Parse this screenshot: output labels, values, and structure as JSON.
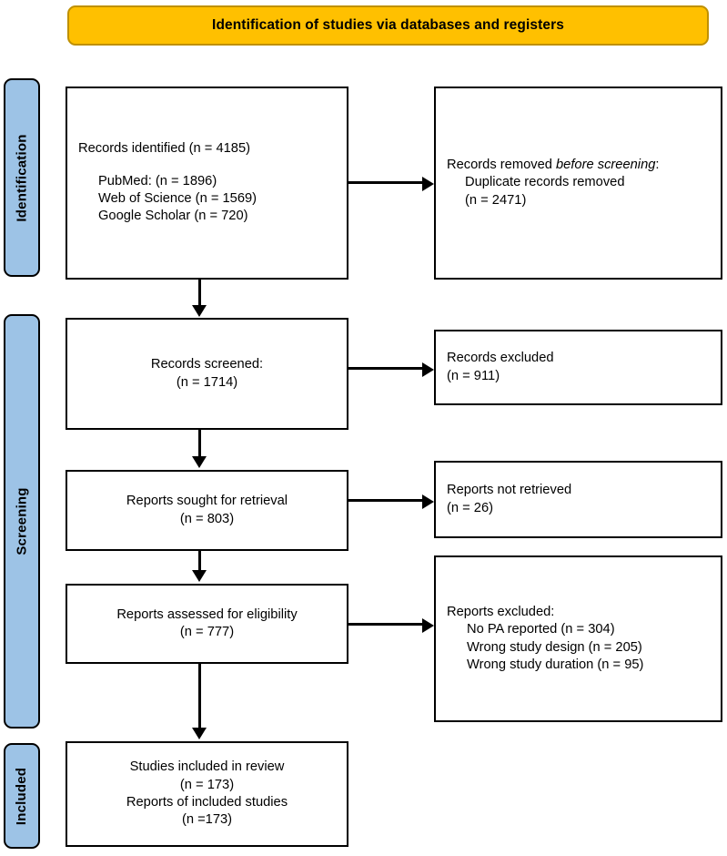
{
  "header": {
    "title": "Identification of studies via databases and registers",
    "background_color": "#FFC000",
    "border_color": "#BF9000"
  },
  "stages": {
    "color": "#9DC3E6",
    "items": [
      {
        "id": "identification",
        "label": "Identification"
      },
      {
        "id": "screening",
        "label": "Screening"
      },
      {
        "id": "included",
        "label": "Included"
      }
    ]
  },
  "boxes": {
    "identified": {
      "line1": "Records identified (n = 4185)",
      "line2": "PubMed: (n = 1896)",
      "line3": "Web of Science (n = 1569)",
      "line4": "Google Scholar (n = 720)"
    },
    "removed": {
      "line1_prefix": "Records removed ",
      "line1_italic": "before screening",
      "line1_suffix": ":",
      "line2": "Duplicate records removed",
      "line3": "(n = 2471)"
    },
    "screened": {
      "line1": "Records screened:",
      "line2": "(n = 1714)"
    },
    "excluded": {
      "line1": "Records excluded",
      "line2": "(n = 911)"
    },
    "sought": {
      "line1": "Reports sought for retrieval",
      "line2": "(n = 803)"
    },
    "not_retrieved": {
      "line1": "Reports not retrieved",
      "line2": "(n = 26)"
    },
    "assessed": {
      "line1": "Reports assessed for eligibility",
      "line2": "(n = 777)"
    },
    "reports_excluded": {
      "line1": "Reports excluded:",
      "line2": "No PA reported (n = 304)",
      "line3": "Wrong study design (n = 205)",
      "line4": "Wrong study duration (n = 95)"
    },
    "included": {
      "line1": "Studies included in review",
      "line2": "(n = 173)",
      "line3": "Reports of included studies",
      "line4": "(n =173)"
    }
  },
  "chart_data": {
    "type": "diagram",
    "title": "Identification of studies via databases and registers",
    "nodes": [
      {
        "id": "identified",
        "stage": "Identification",
        "label": "Records identified",
        "n": 4185,
        "sources": [
          {
            "name": "PubMed",
            "n": 1896
          },
          {
            "name": "Web of Science",
            "n": 1569
          },
          {
            "name": "Google Scholar",
            "n": 720
          }
        ]
      },
      {
        "id": "removed",
        "stage": "Identification",
        "label": "Records removed before screening: Duplicate records removed",
        "n": 2471
      },
      {
        "id": "screened",
        "stage": "Screening",
        "label": "Records screened",
        "n": 1714
      },
      {
        "id": "excluded",
        "stage": "Screening",
        "label": "Records excluded",
        "n": 911
      },
      {
        "id": "sought",
        "stage": "Screening",
        "label": "Reports sought for retrieval",
        "n": 803
      },
      {
        "id": "not_retrieved",
        "stage": "Screening",
        "label": "Reports not retrieved",
        "n": 26
      },
      {
        "id": "assessed",
        "stage": "Screening",
        "label": "Reports assessed for eligibility",
        "n": 777
      },
      {
        "id": "reports_excluded",
        "stage": "Screening",
        "label": "Reports excluded",
        "reasons": [
          {
            "reason": "No PA reported",
            "n": 304
          },
          {
            "reason": "Wrong study design",
            "n": 205
          },
          {
            "reason": "Wrong study duration",
            "n": 95
          }
        ]
      },
      {
        "id": "included",
        "stage": "Included",
        "label": "Studies included in review",
        "n": 173,
        "reports_of_included_studies": 173
      }
    ],
    "edges": [
      {
        "from": "identified",
        "to": "removed",
        "direction": "right"
      },
      {
        "from": "identified",
        "to": "screened",
        "direction": "down"
      },
      {
        "from": "screened",
        "to": "excluded",
        "direction": "right"
      },
      {
        "from": "screened",
        "to": "sought",
        "direction": "down"
      },
      {
        "from": "sought",
        "to": "not_retrieved",
        "direction": "right"
      },
      {
        "from": "sought",
        "to": "assessed",
        "direction": "down"
      },
      {
        "from": "assessed",
        "to": "reports_excluded",
        "direction": "right"
      },
      {
        "from": "assessed",
        "to": "included",
        "direction": "down"
      }
    ]
  }
}
